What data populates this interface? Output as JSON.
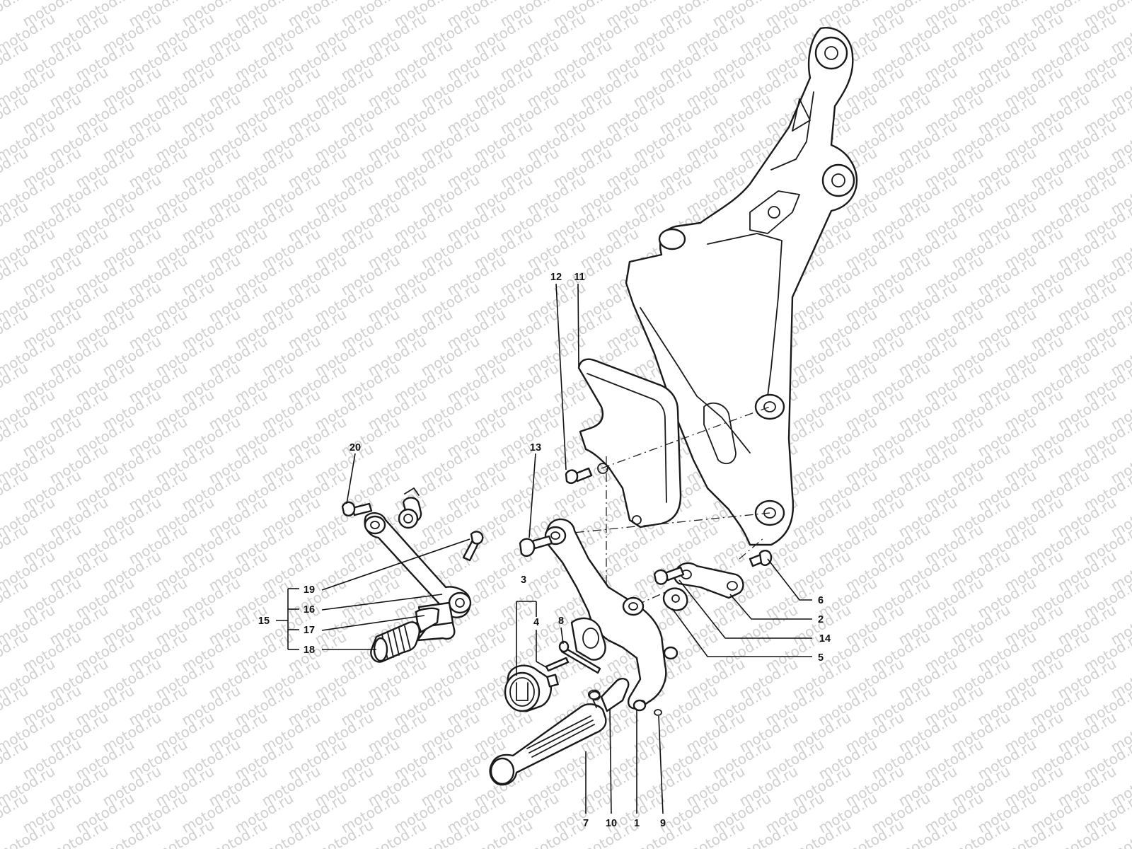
{
  "watermark": {
    "text": "motod.ru",
    "color": "#cfcfcf"
  },
  "callouts": [
    {
      "id": "1",
      "text": "1"
    },
    {
      "id": "2",
      "text": "2"
    },
    {
      "id": "3",
      "text": "3"
    },
    {
      "id": "4",
      "text": "4"
    },
    {
      "id": "5",
      "text": "5"
    },
    {
      "id": "6",
      "text": "6"
    },
    {
      "id": "7",
      "text": "7"
    },
    {
      "id": "8",
      "text": "8"
    },
    {
      "id": "9",
      "text": "9"
    },
    {
      "id": "10",
      "text": "10"
    },
    {
      "id": "11",
      "text": "11"
    },
    {
      "id": "12",
      "text": "12"
    },
    {
      "id": "13",
      "text": "13"
    },
    {
      "id": "14",
      "text": "14"
    },
    {
      "id": "15",
      "text": "15"
    },
    {
      "id": "16",
      "text": "16"
    },
    {
      "id": "17",
      "text": "17"
    },
    {
      "id": "18",
      "text": "18"
    },
    {
      "id": "19",
      "text": "19"
    },
    {
      "id": "20",
      "text": "20"
    }
  ]
}
